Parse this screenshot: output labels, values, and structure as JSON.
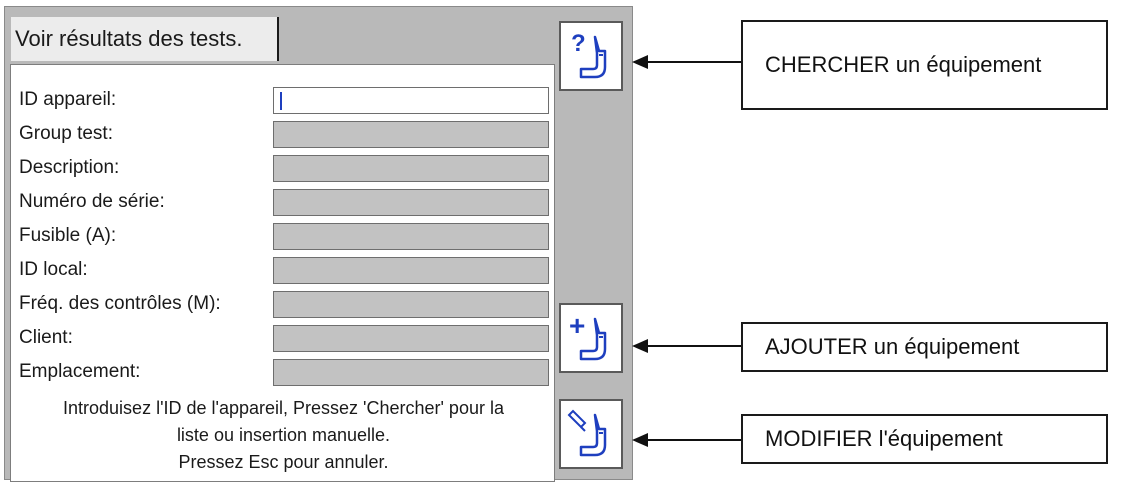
{
  "window": {
    "tab_title": "Voir résultats des tests."
  },
  "form": {
    "fields": [
      {
        "label": "ID appareil:",
        "value": ""
      },
      {
        "label": "Group test:"
      },
      {
        "label": "Description:"
      },
      {
        "label": "Numéro de série:"
      },
      {
        "label": "Fusible (A):"
      },
      {
        "label": "ID local:"
      },
      {
        "label": "Fréq. des contrôles (M):"
      },
      {
        "label": "Client:"
      },
      {
        "label": "Emplacement:"
      }
    ],
    "help_lines": [
      "Introduisez l'ID de l'appareil, Pressez 'Chercher' pour la",
      "liste ou insertion manuelle.",
      "Pressez Esc pour annuler."
    ]
  },
  "buttons": {
    "search": {
      "icon": "probe-question-icon",
      "glyph": "?"
    },
    "add": {
      "icon": "probe-plus-icon",
      "glyph": "+"
    },
    "edit": {
      "icon": "probe-pencil-icon"
    }
  },
  "callouts": {
    "search": {
      "prefix": "CHERCHER",
      "suffix": " un équipement"
    },
    "add": {
      "prefix": "AJOUTER",
      "suffix": " un équipement"
    },
    "edit": {
      "prefix": "MODIFIER",
      "suffix": " l'équipement"
    }
  }
}
